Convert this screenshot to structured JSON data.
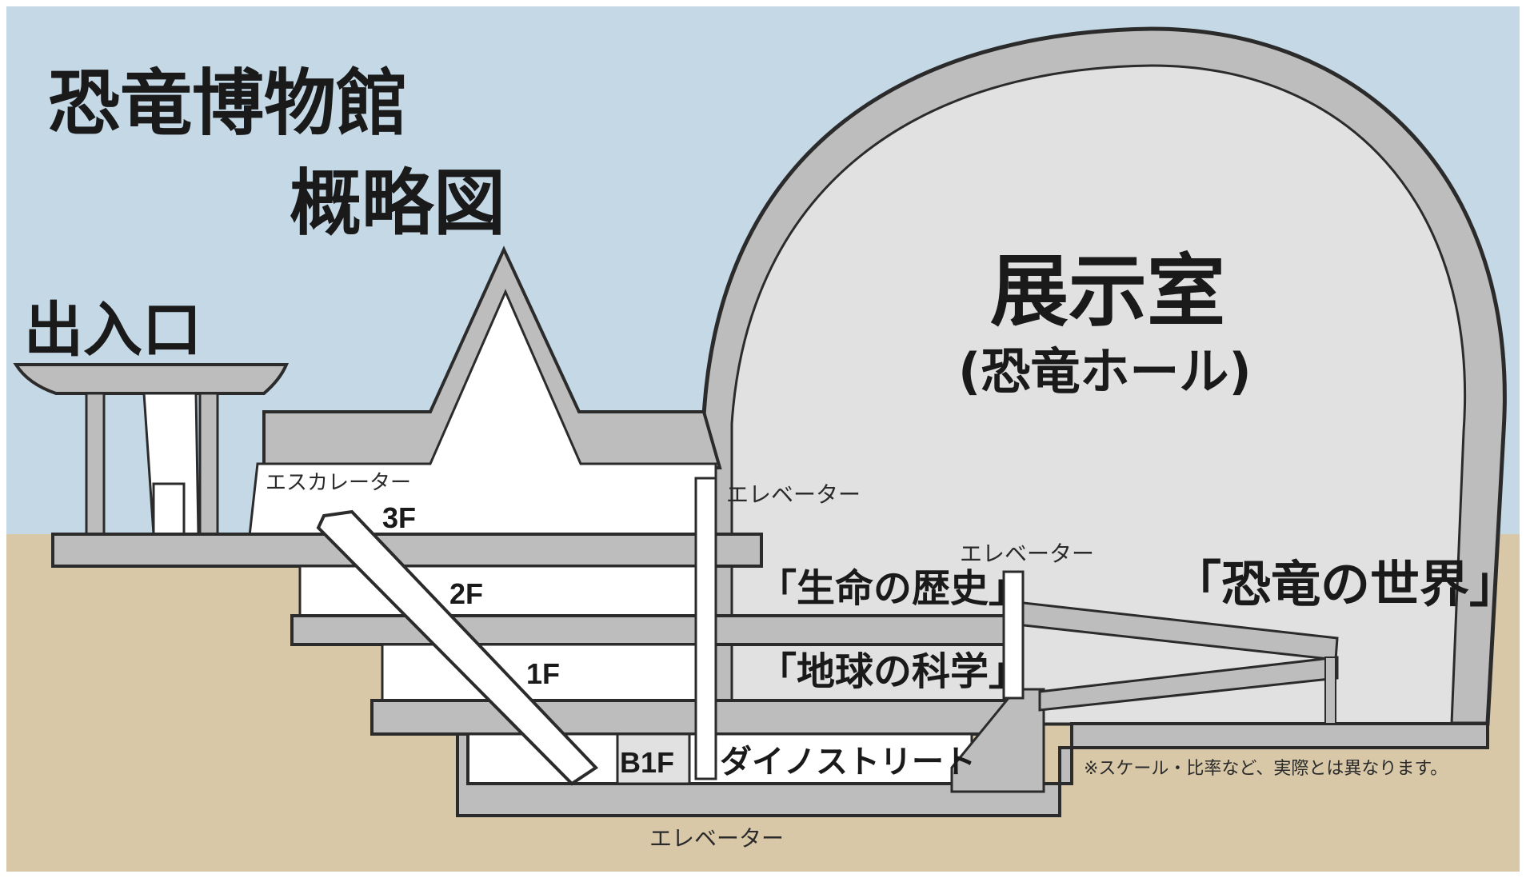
{
  "title": {
    "line1": "恐竜博物館",
    "line2": "概略図"
  },
  "entrance_label": "出入口",
  "hall": {
    "name": "展示室",
    "sub": "(恐竜ホール)"
  },
  "floors": {
    "f3": "3F",
    "f2": "2F",
    "f1": "1F",
    "b1": "B1F"
  },
  "exhibits": {
    "life_history": "「生命の歴史」",
    "earth_science": "「地球の科学」",
    "dino_street": "ダイノストリート",
    "dino_world": "「恐竜の世界」"
  },
  "facilities": {
    "escalator": "エスカレーター",
    "elevator": "エレベーター"
  },
  "note": "※スケール・比率など、実際とは異なります。",
  "colors": {
    "sky": "#c5d8e6",
    "ground": "#d8c8a8",
    "structure": "#bdbdbd",
    "interior": "#e1e1e1",
    "outline": "#2b2b2b",
    "room": "#ffffff"
  }
}
